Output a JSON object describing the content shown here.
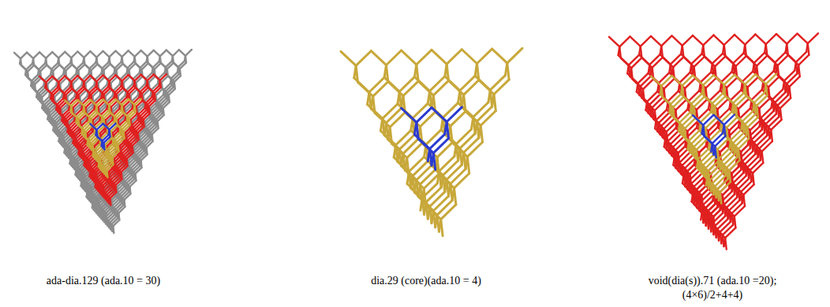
{
  "diagram": {
    "labels": [
      "ada-dia.129 (ada.10 = 30)",
      "dia.29 (core)(ada.10 = 4)",
      "void(dia(s)).71 (ada.10 =20); (4×6)/2+4+4)"
    ]
  }
}
